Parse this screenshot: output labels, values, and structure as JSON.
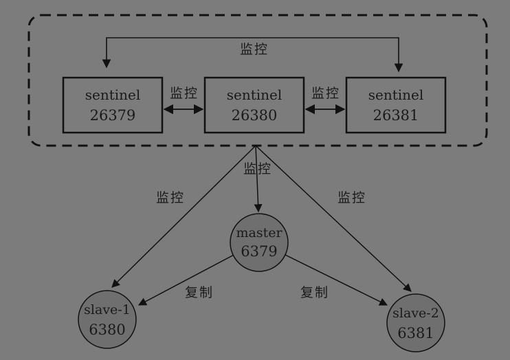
{
  "sentinels": [
    {
      "name": "sentinel",
      "port": "26379"
    },
    {
      "name": "sentinel",
      "port": "26380"
    },
    {
      "name": "sentinel",
      "port": "26381"
    }
  ],
  "master": {
    "name": "master",
    "port": "6379"
  },
  "slaves": [
    {
      "name": "slave-1",
      "port": "6380"
    },
    {
      "name": "slave-2",
      "port": "6381"
    }
  ],
  "labels": {
    "monitor": "监控",
    "replicate": "复制"
  },
  "colors": {
    "background": "#7c7c7c",
    "node_fill": "#6f6f6f",
    "stroke": "#111111"
  }
}
